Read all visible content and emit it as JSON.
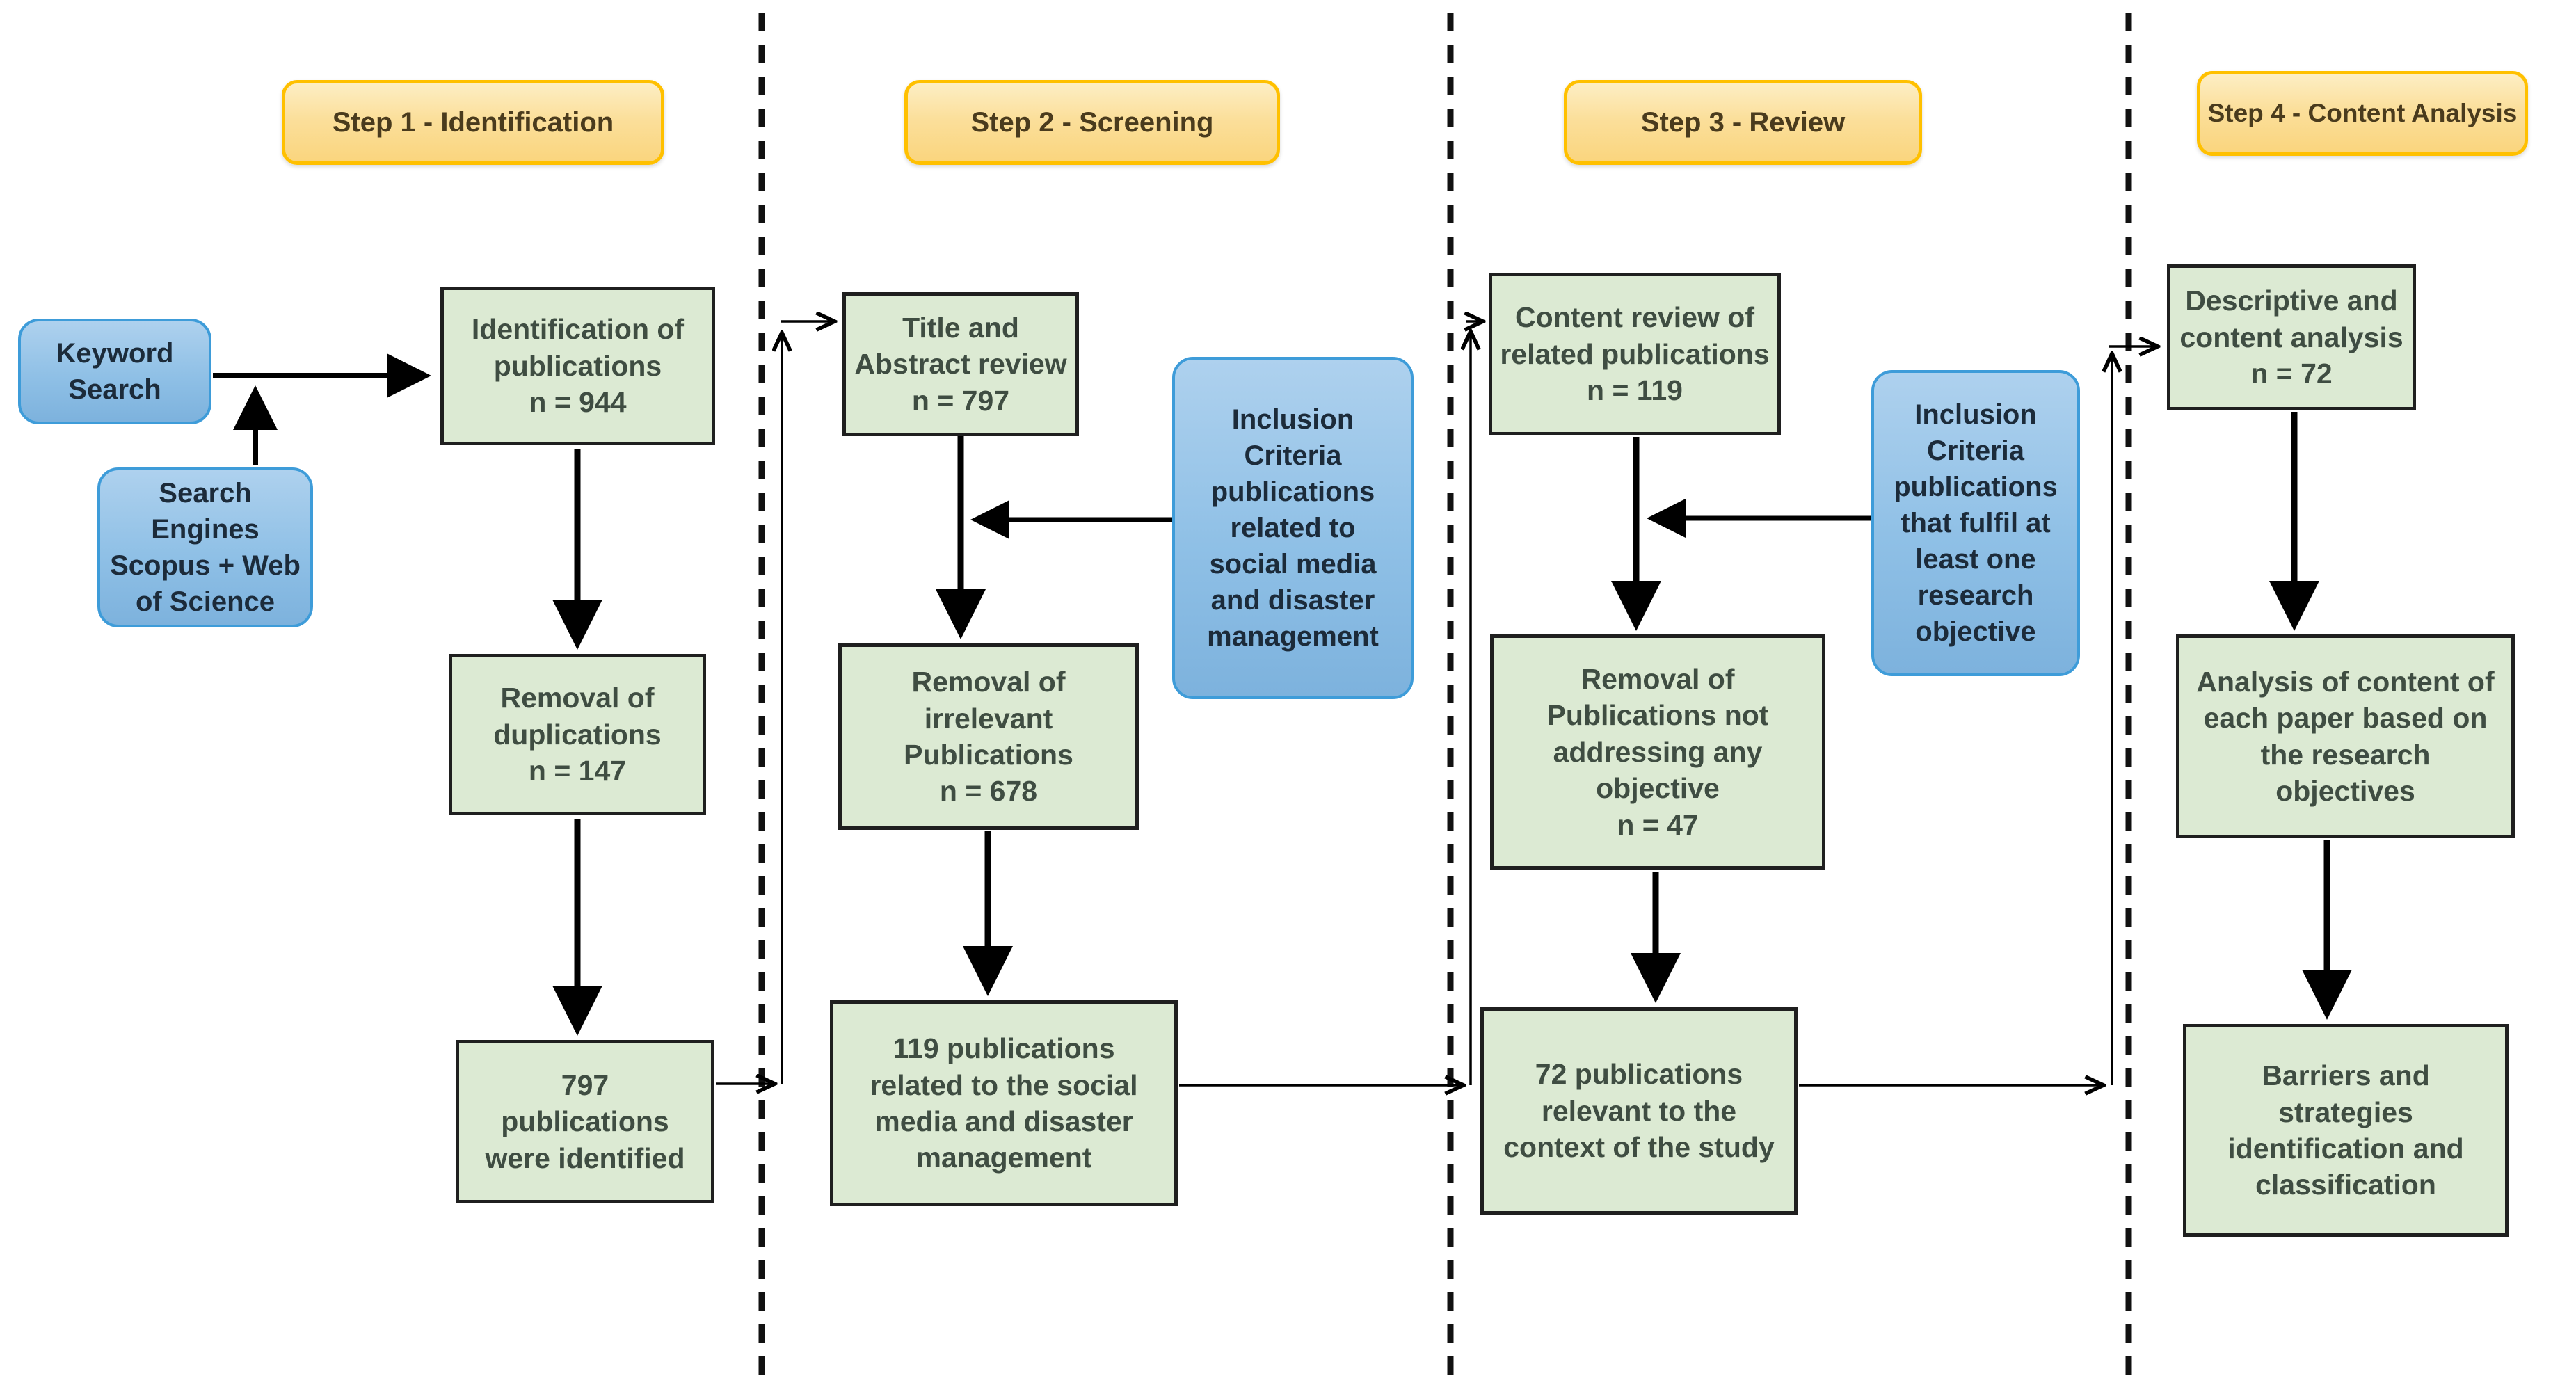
{
  "steps": {
    "step1": {
      "label": "Step 1 - Identification"
    },
    "step2": {
      "label": "Step 2 - Screening"
    },
    "step3": {
      "label": "Step 3 - Review"
    },
    "step4": {
      "label": "Step 4 - Content Analysis"
    }
  },
  "process_boxes": {
    "identification": {
      "text": "Identification of\npublications\nn = 944"
    },
    "removal_duplications": {
      "text": "Removal of\nduplications\nn = 147"
    },
    "identified_797": {
      "text": "797\npublications\nwere identified"
    },
    "title_abstract": {
      "text": "Title and\nAbstract review\nn = 797"
    },
    "removal_irrelevant": {
      "text": "Removal of\nirrelevant\nPublications\nn = 678"
    },
    "related_119": {
      "text": "119 publications\nrelated to the social\nmedia and disaster\nmanagement"
    },
    "content_review": {
      "text": "Content review of\nrelated publications\nn = 119"
    },
    "removal_not_addressing": {
      "text": "Removal of\nPublications not\naddressing any\nobjective\nn = 47"
    },
    "relevant_72": {
      "text": "72 publications\nrelevant to the\ncontext of the study"
    },
    "descriptive": {
      "text": "Descriptive and\ncontent analysis\nn = 72"
    },
    "analysis_content": {
      "text": "Analysis of content of\neach paper based on\nthe research\nobjectives"
    },
    "barriers": {
      "text": "Barriers and\nstrategies\nidentification and\nclassification"
    }
  },
  "input_boxes": {
    "keyword_search": {
      "title": "",
      "body": "Keyword\nSearch"
    },
    "search_engines": {
      "title": "Search Engines",
      "body": "Scopus + Web\nof Science"
    },
    "inclusion_screening": {
      "title": "Inclusion\nCriteria",
      "body": "publications\nrelated to\nsocial media\nand disaster\nmanagement"
    },
    "inclusion_review": {
      "title": "Inclusion\nCriteria",
      "body": "publications\nthat fulfil at\nleast one\nresearch\nobjective"
    }
  },
  "colors": {
    "process_fill": "#dcead3",
    "process_border": "#1f1f1f",
    "input_fill": "#8fc0e6",
    "input_border": "#3e9cd9",
    "step_fill": "#fbdf9b",
    "step_border": "#ffc000",
    "arrow": "#000000",
    "divider": "#111111",
    "background": "#ffffff"
  }
}
